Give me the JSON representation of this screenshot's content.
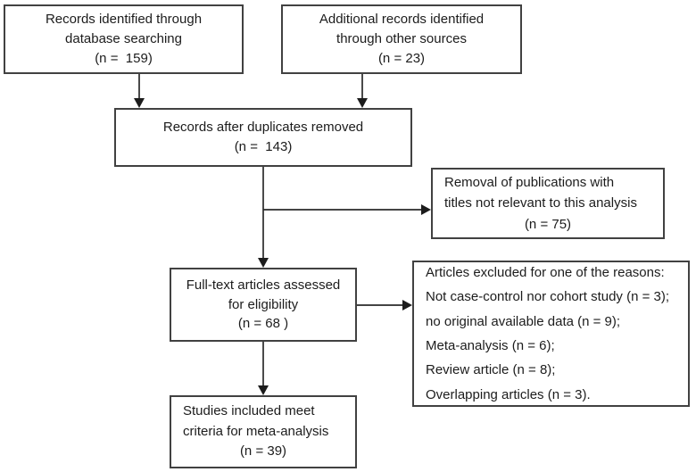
{
  "diagram": {
    "type": "flowchart",
    "colors": {
      "background": "#ffffff",
      "box_border": "#414141",
      "text": "#1c1c1c",
      "arrow": "#2a2a2a"
    },
    "boxes": {
      "records_database": {
        "lines": [
          "Records identified through",
          "database searching",
          "(n =  159)"
        ],
        "count": 159
      },
      "records_other_sources": {
        "lines": [
          "Additional records identified",
          "through other sources",
          "(n = 23)"
        ],
        "count": 23
      },
      "after_duplicates_removed": {
        "lines": [
          "Records after duplicates removed",
          "(n =  143)"
        ],
        "count": 143
      },
      "titles_not_relevant_removed": {
        "lines": [
          "Removal of publications with",
          "titles not relevant to this analysis",
          "(n = 75)"
        ],
        "count": 75
      },
      "fulltext_assessed": {
        "lines": [
          "Full-text articles assessed",
          "for eligibility",
          "(n = 68 )"
        ],
        "count": 68
      },
      "articles_excluded": {
        "lines": [
          "Articles excluded for one of the reasons:",
          "Not case-control nor cohort study (n = 3);",
          "no original available data (n = 9);",
          "Meta-analysis (n = 6);",
          "Review article (n = 8);",
          "Overlapping articles (n = 3)."
        ],
        "counts": [
          3,
          9,
          6,
          8,
          3
        ]
      },
      "studies_included": {
        "lines": [
          "Studies included meet",
          "criteria for meta-analysis",
          "(n = 39)"
        ],
        "count": 39
      }
    }
  }
}
